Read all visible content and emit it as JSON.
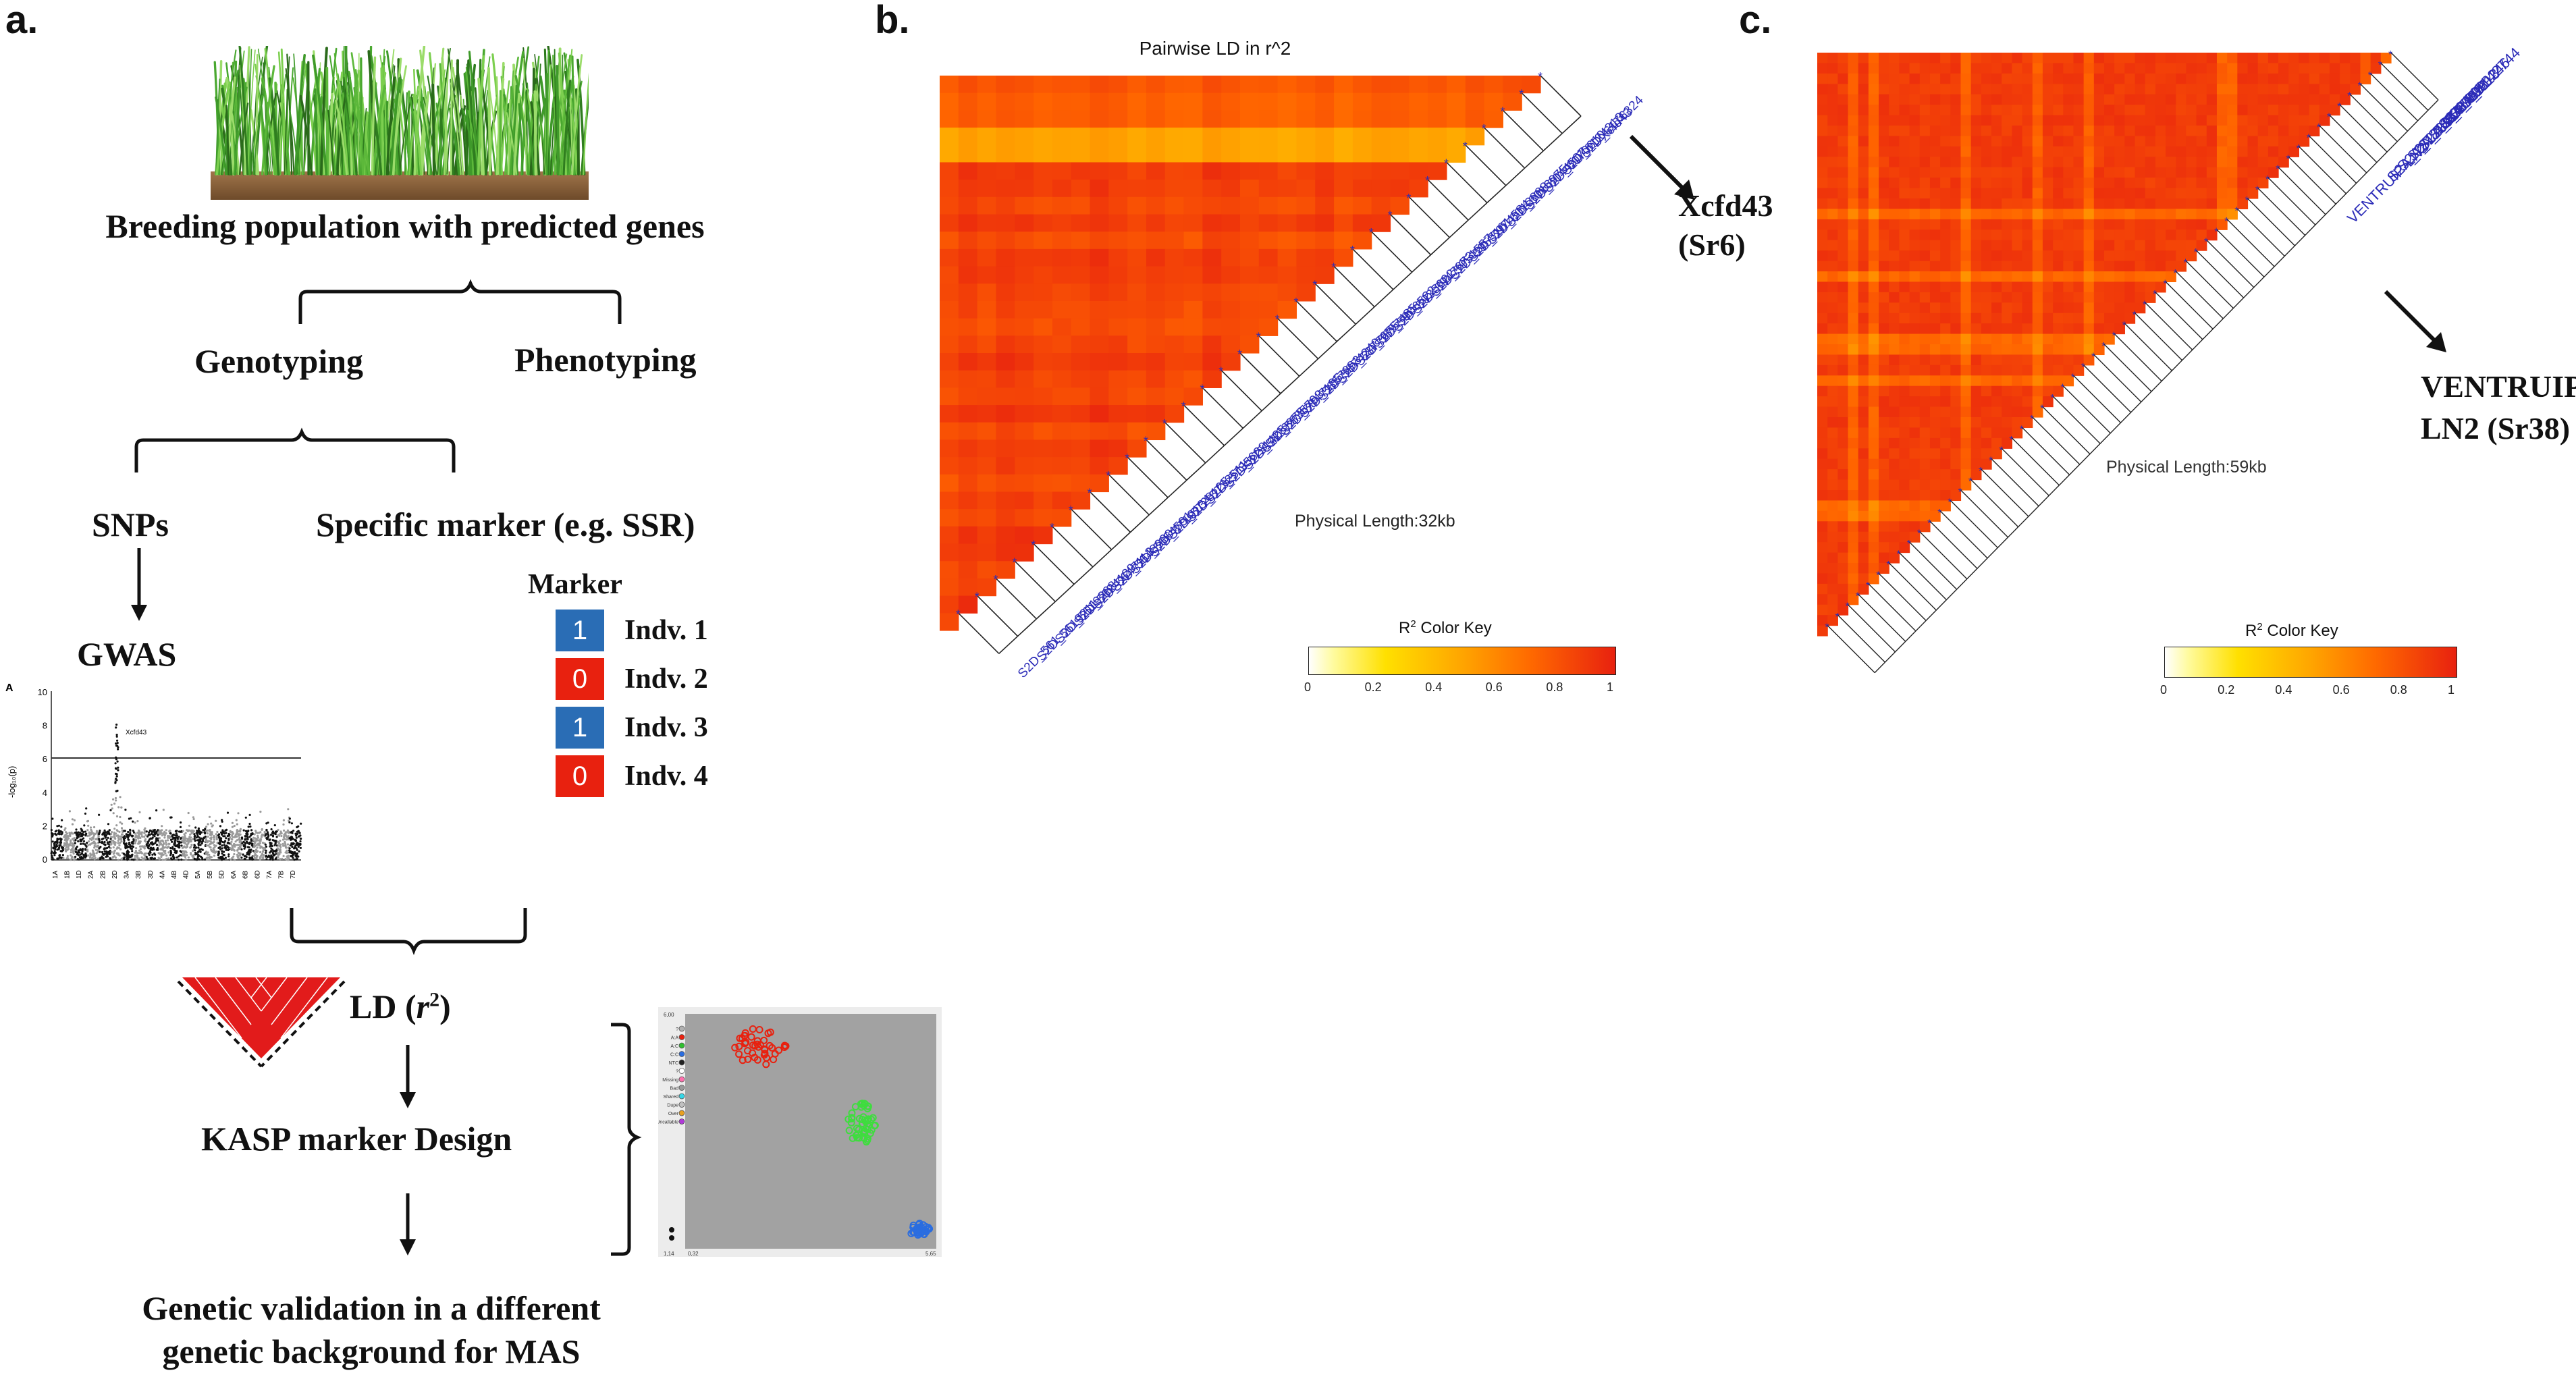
{
  "panel_a": {
    "letter": "a.",
    "title": "Breeding population with predicted genes",
    "genotyping": "Genotyping",
    "phenotyping": "Phenotyping",
    "snps": "SNPs",
    "specific_marker": "Specific marker (e.g. SSR)",
    "gwas": "GWAS",
    "ld": "LD (",
    "ld_r": "r",
    "ld_exp": "2",
    "ld_close": ")",
    "kasp": "KASP marker Design",
    "validation_line1": "Genetic validation  in a different",
    "validation_line2": "genetic background for MAS",
    "marker_header": "Marker",
    "individuals": [
      {
        "value": "1",
        "label": "Indv. 1",
        "color": "#2a6db5"
      },
      {
        "value": "0",
        "label": "Indv. 2",
        "color": "#e8210f"
      },
      {
        "value": "1",
        "label": "Indv. 3",
        "color": "#2a6db5"
      },
      {
        "value": "0",
        "label": "Indv. 4",
        "color": "#e8210f"
      }
    ],
    "manhattan": {
      "panel_tag": "A",
      "yaxis_label": "-log₁₀(p)",
      "yticks": [
        "10",
        "8",
        "6",
        "4",
        "2",
        "0"
      ],
      "peak_label": "Xcfd43",
      "threshold": 6,
      "xticks": [
        "1A",
        "1B",
        "1D",
        "2A",
        "2B",
        "2D",
        "3A",
        "3B",
        "3D",
        "4A",
        "4B",
        "4D",
        "5A",
        "5B",
        "5D",
        "6A",
        "6B",
        "6D",
        "7A",
        "7B",
        "7D"
      ]
    },
    "kasp_plot": {
      "top_left_tick": "6,00",
      "bottom_left_tick": "1,14",
      "x_left_tick": "0,32",
      "x_right_tick": "5,65",
      "legend": [
        {
          "label": "?",
          "color": "#b0b0b0"
        },
        {
          "label": "A:A",
          "color": "#e8210f"
        },
        {
          "label": "A:C",
          "color": "#2fbf2f"
        },
        {
          "label": "C:C",
          "color": "#2a6de0"
        },
        {
          "label": "NTC",
          "color": "#222222"
        },
        {
          "label": "?",
          "color": "#ffffff"
        },
        {
          "label": "Missing",
          "color": "#ff6fae"
        },
        {
          "label": "Bad",
          "color": "#9a9a9a"
        },
        {
          "label": "Shared",
          "color": "#35d6e6"
        },
        {
          "label": "Dupe",
          "color": "#c0c0c0"
        },
        {
          "label": "Over",
          "color": "#e8a020"
        },
        {
          "label": "Uncallable",
          "color": "#b03ad8"
        }
      ]
    }
  },
  "panel_b": {
    "letter": "b.",
    "title": "Pairwise LD in r^2",
    "physical_length": "Physical Length:32kb",
    "callout_line1": "Xcfd43",
    "callout_line2": "(Sr6)",
    "color_key_label_pre": "R",
    "color_key_label_sup": "2",
    "color_key_label_post": " Color Key",
    "color_key_ticks": [
      "0",
      "0.2",
      "0.4",
      "0.6",
      "0.8",
      "1"
    ],
    "markers": [
      "Xcfd43",
      "S2D_6176324",
      "S2D_6124313",
      "S2D_6070610",
      "S2D_6044507",
      "S2D_6016975",
      "S2D_6012888",
      "S2D_5974584",
      "S2D_5955161",
      "S2D_5951557",
      "S2D_5947673",
      "S2D_5935622",
      "S2D_5906522",
      "S2D_5897485",
      "S2D_5877675",
      "S2D_5874240",
      "S2D_5857893",
      "S2D_5847135",
      "S2D_5835793",
      "S2D_5829975",
      "S2D_5751425",
      "S2D_5735629",
      "S2D_5732511",
      "S2D_5728125",
      "S2D_5719134",
      "S2D_5664591",
      "S2D_5648930",
      "S2D_5647113",
      "S2D_5624129",
      "S2D_5619288",
      "S2D_5619211",
      "S2D_561"
    ],
    "colors": {
      "low": "#ffffff",
      "mid1": "#ffe000",
      "mid2": "#ff9a00",
      "high": "#e8210f"
    }
  },
  "panel_c": {
    "letter": "c.",
    "physical_length": "Physical Length:59kb",
    "callout_line1": "VENTRUIP-",
    "callout_line2": "LN2 (Sr38)",
    "inline_marker": "VENTRUIP-LN2",
    "color_key_label_pre": "R",
    "color_key_label_sup": "2",
    "color_key_label_post": " Color Key",
    "color_key_ticks": [
      "0",
      "0.2",
      "0.4",
      "0.6",
      "0.8",
      "1"
    ],
    "markers": [
      "S2A_8142744",
      "S2A_8099246",
      "S2A_8089813",
      "S2A_8069091",
      "S2A_7833875",
      "S2A_7813547",
      "S2A_7812891"
    ]
  }
}
